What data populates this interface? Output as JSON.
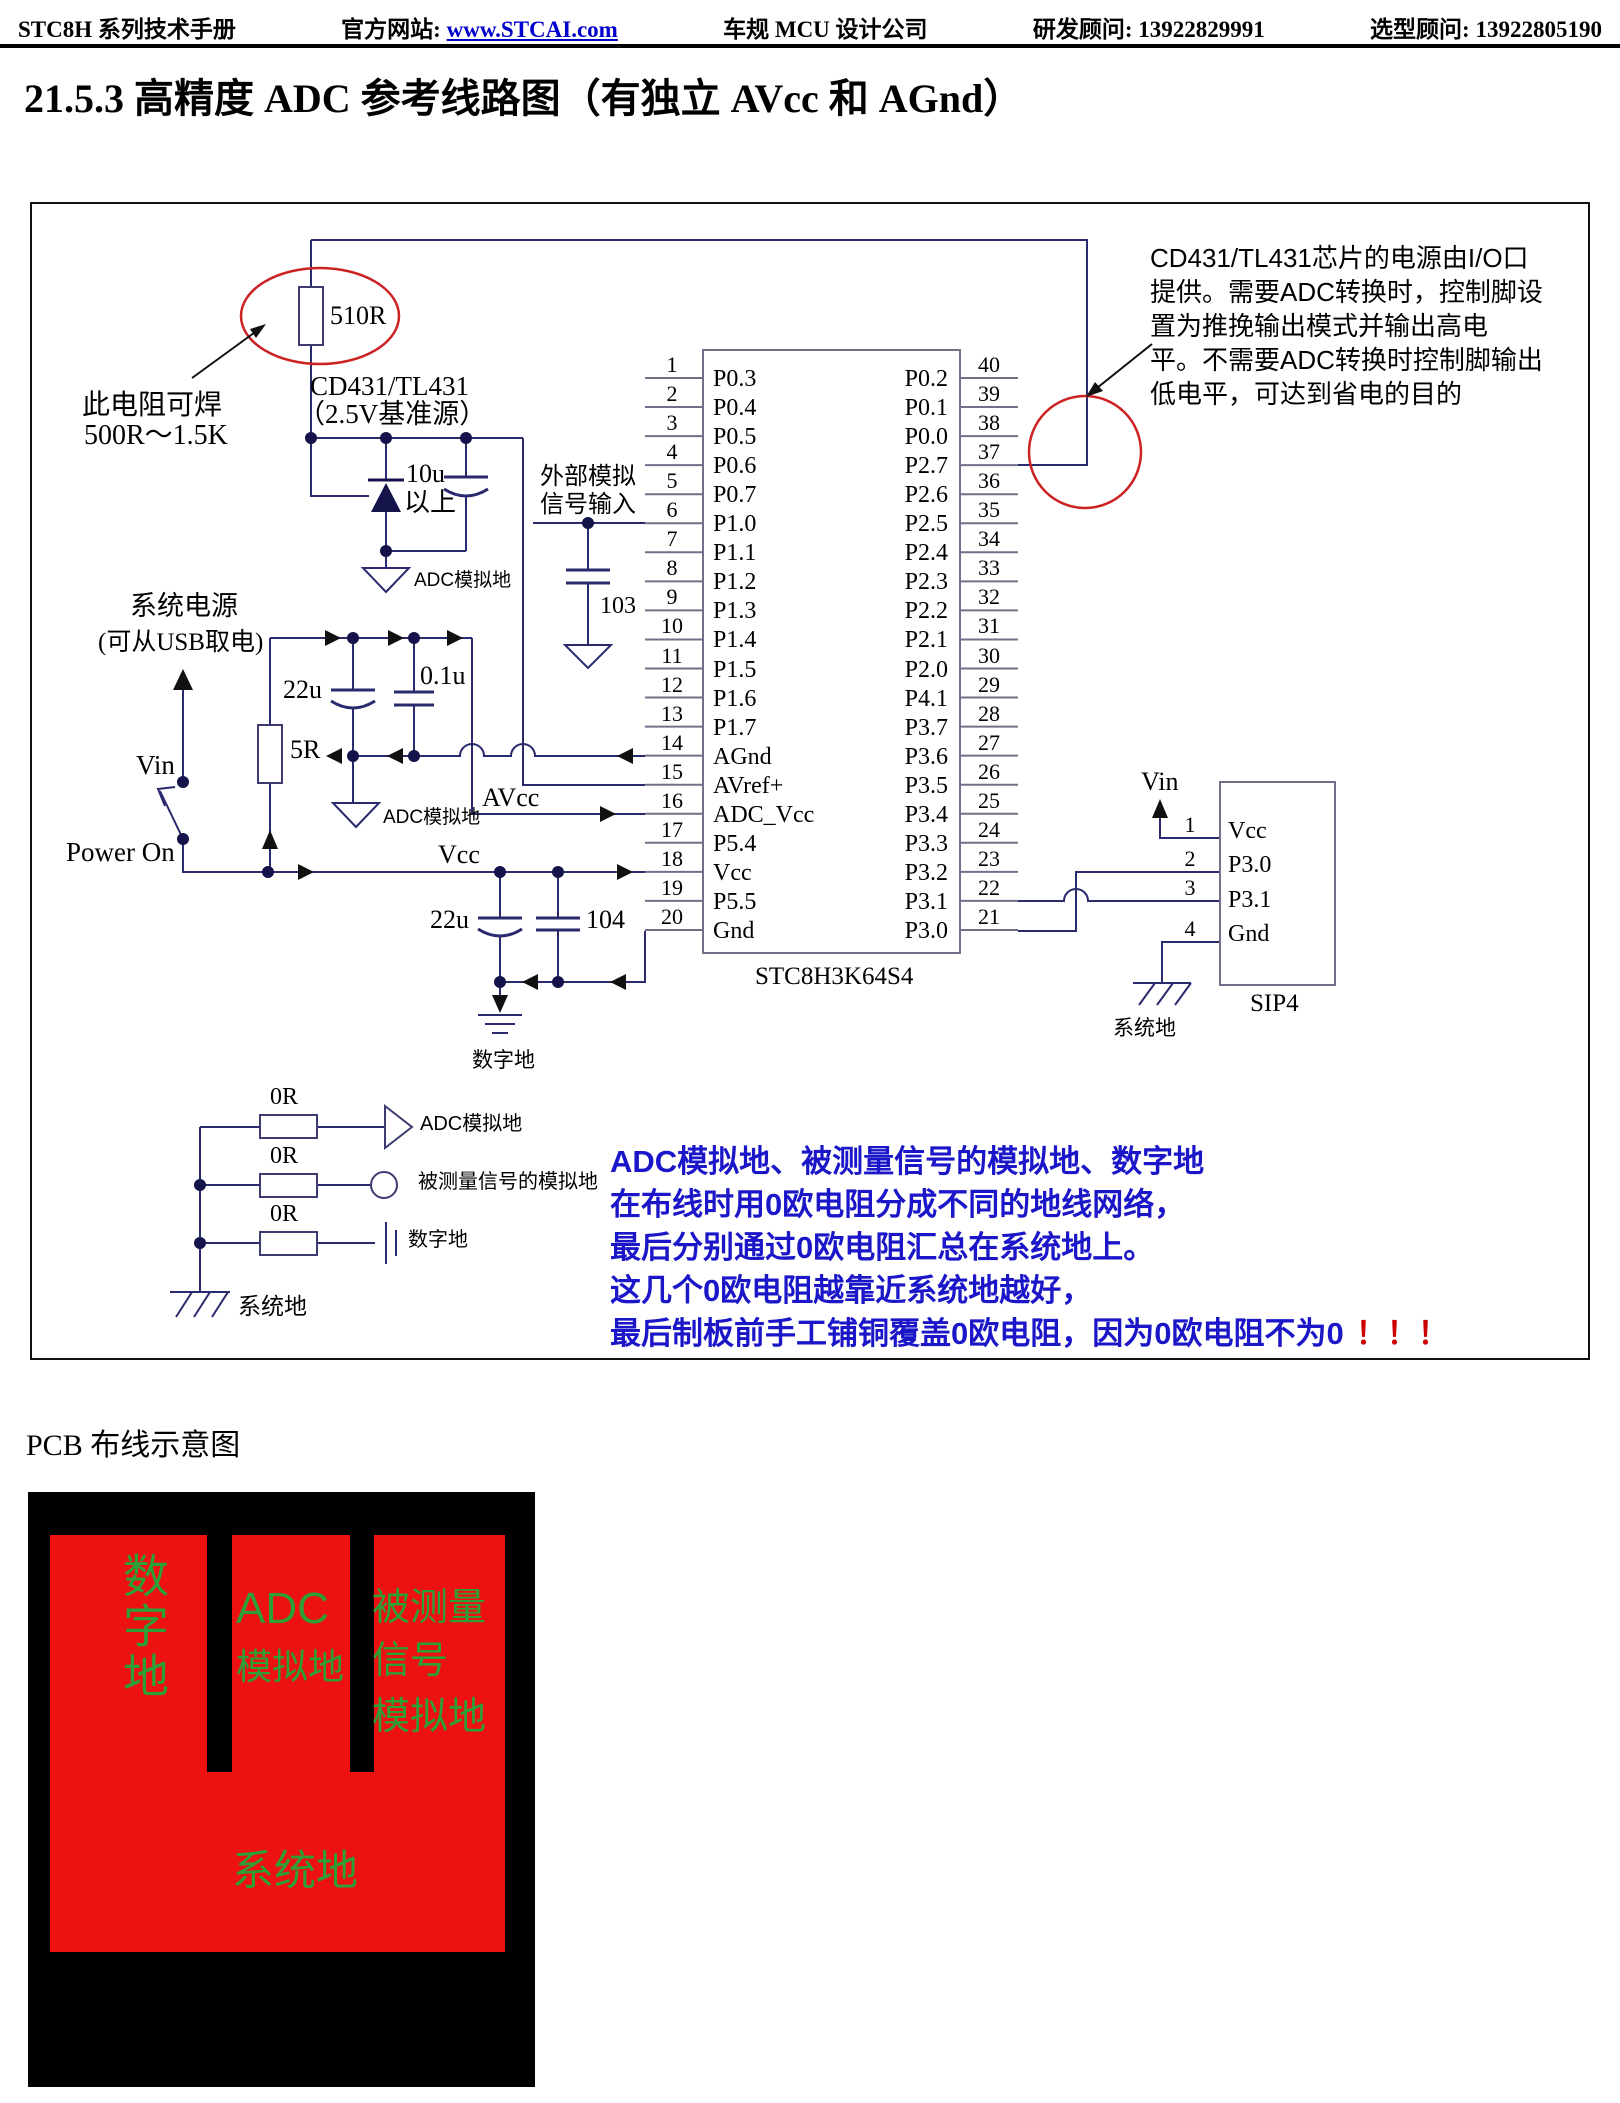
{
  "header": {
    "manual": "STC8H 系列技术手册",
    "site_label": "官方网站:",
    "site_link": "www.STCAI.com",
    "company": "车规 MCU 设计公司",
    "rd": "研发顾问: 13922829991",
    "select": "选型顾问: 13922805190"
  },
  "title": "21.5.3 高精度 ADC 参考线路图（有独立 AVcc 和 AGnd）",
  "notes": {
    "resistor_tip1": "此电阻可焊",
    "resistor_tip2": "500R～1.5K",
    "right_lines": [
      "CD431/TL431芯片的电源由I/O口",
      "提供。需要ADC转换时，控制脚设",
      "置为推挽输出模式并输出高电",
      "平。不需要ADC转换时控制脚输出",
      "低电平，可达到省电的目的"
    ],
    "blue_lines": [
      "ADC模拟地、被测量信号的模拟地、数字地",
      "在布线时用0欧电阻分成不同的地线网络，",
      "最后分别通过0欧电阻汇总在系统地上。",
      "这几个0欧电阻越靠近系统地越好，",
      "最后制板前手工铺铜覆盖0欧电阻，因为0欧电阻不为0"
    ],
    "blue_exclaim": "！！！"
  },
  "labels": {
    "regulator": "CD431/TL431",
    "regulator_sub": "（2.5V基准源）",
    "r510": "510R",
    "c10u": "10u",
    "c10u_sub": "以上",
    "adc_gnd1": "ADC模拟地",
    "ext1": "外部模拟",
    "ext2": "信号输入",
    "c103": "103",
    "sys_power1": "系统电源",
    "sys_power2": "(可从USB取电)",
    "vin_left": "Vin",
    "power_on": "Power On",
    "r5": "5R",
    "c22u_a": "22u",
    "c01u": "0.1u",
    "adc_gnd2": "ADC模拟地",
    "avcc": "AVcc",
    "vcc": "Vcc",
    "c22u_b": "22u",
    "c104": "104",
    "dig_gnd": "数字地",
    "vin_right": "Vin",
    "sys_gnd_right": "系统地"
  },
  "chip": {
    "name": "STC8H3K64S4",
    "left_pins": [
      {
        "n": "1",
        "label": "P0.3"
      },
      {
        "n": "2",
        "label": "P0.4"
      },
      {
        "n": "3",
        "label": "P0.5"
      },
      {
        "n": "4",
        "label": "P0.6"
      },
      {
        "n": "5",
        "label": "P0.7"
      },
      {
        "n": "6",
        "label": "P1.0"
      },
      {
        "n": "7",
        "label": "P1.1"
      },
      {
        "n": "8",
        "label": "P1.2"
      },
      {
        "n": "9",
        "label": "P1.3"
      },
      {
        "n": "10",
        "label": "P1.4"
      },
      {
        "n": "11",
        "label": "P1.5"
      },
      {
        "n": "12",
        "label": "P1.6"
      },
      {
        "n": "13",
        "label": "P1.7"
      },
      {
        "n": "14",
        "label": "AGnd"
      },
      {
        "n": "15",
        "label": "AVref+"
      },
      {
        "n": "16",
        "label": "ADC_Vcc"
      },
      {
        "n": "17",
        "label": "P5.4"
      },
      {
        "n": "18",
        "label": "Vcc"
      },
      {
        "n": "19",
        "label": "P5.5"
      },
      {
        "n": "20",
        "label": "Gnd"
      }
    ],
    "right_pins": [
      {
        "n": "40",
        "label": "P0.2"
      },
      {
        "n": "39",
        "label": "P0.1"
      },
      {
        "n": "38",
        "label": "P0.0"
      },
      {
        "n": "37",
        "label": "P2.7"
      },
      {
        "n": "36",
        "label": "P2.6"
      },
      {
        "n": "35",
        "label": "P2.5"
      },
      {
        "n": "34",
        "label": "P2.4"
      },
      {
        "n": "33",
        "label": "P2.3"
      },
      {
        "n": "32",
        "label": "P2.2"
      },
      {
        "n": "31",
        "label": "P2.1"
      },
      {
        "n": "30",
        "label": "P2.0"
      },
      {
        "n": "29",
        "label": "P4.1"
      },
      {
        "n": "28",
        "label": "P3.7"
      },
      {
        "n": "27",
        "label": "P3.6"
      },
      {
        "n": "26",
        "label": "P3.5"
      },
      {
        "n": "25",
        "label": "P3.4"
      },
      {
        "n": "24",
        "label": "P3.3"
      },
      {
        "n": "23",
        "label": "P3.2"
      },
      {
        "n": "22",
        "label": "P3.1"
      },
      {
        "n": "21",
        "label": "P3.0"
      }
    ]
  },
  "sip": {
    "name": "SIP4",
    "pins": [
      {
        "n": "1",
        "label": "Vcc"
      },
      {
        "n": "2",
        "label": "P3.0"
      },
      {
        "n": "3",
        "label": "P3.1"
      },
      {
        "n": "4",
        "label": "Gnd"
      }
    ]
  },
  "legend": {
    "r1": "0R",
    "r2": "0R",
    "r3": "0R",
    "net1": "ADC模拟地",
    "net2": "被测量信号的模拟地",
    "net3": "数字地",
    "sys_gnd": "系统地"
  },
  "pcb": {
    "caption": "PCB 布线示意图",
    "zone_digital": "数字地",
    "zone_adc1": "ADC",
    "zone_adc2": "模拟地",
    "zone_sig1": "被测量",
    "zone_sig2": "信号",
    "zone_sig3": "模拟地",
    "zone_system": "系统地"
  },
  "colors": {
    "wire": "#2a2a6e",
    "accent_red": "#cc2222",
    "blue_text": "#1b16c8",
    "link_blue": "#0000cc",
    "pcb_red": "#ee1111",
    "pcb_green": "#2d9f38"
  }
}
